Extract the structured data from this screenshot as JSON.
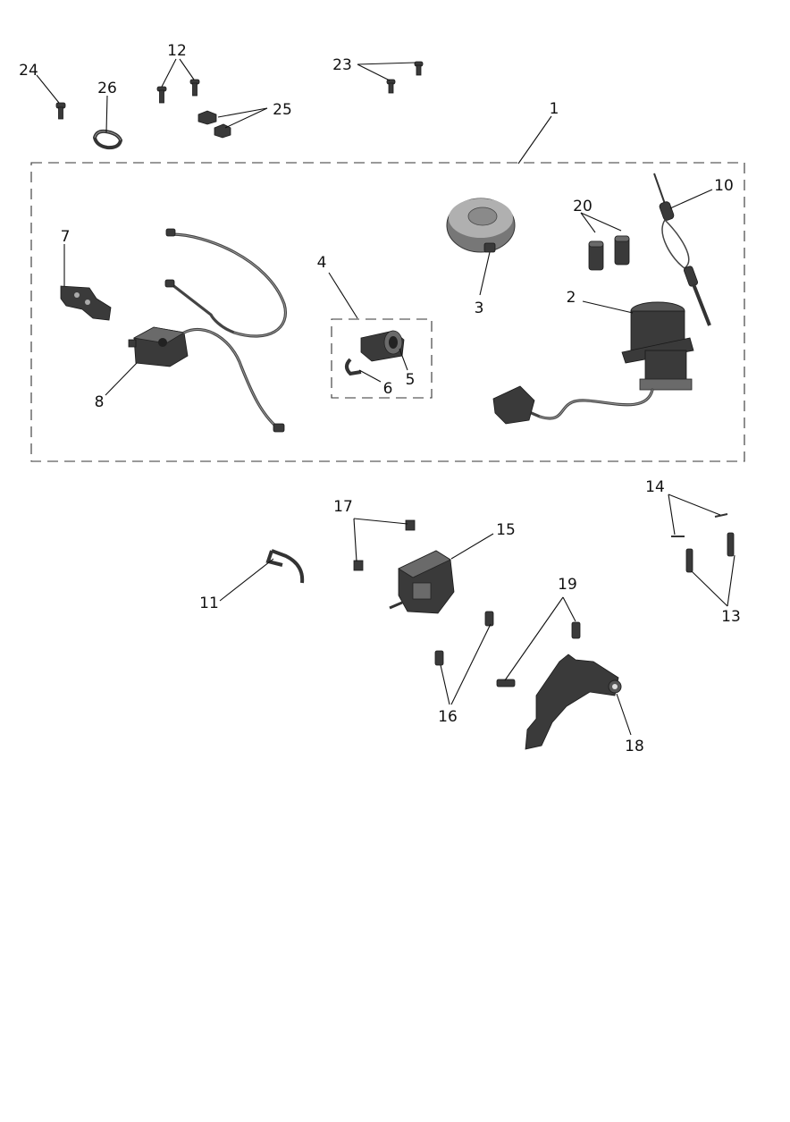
{
  "labels": {
    "l1": "1",
    "l2": "2",
    "l3": "3",
    "l4": "4",
    "l5": "5",
    "l6": "6",
    "l7": "7",
    "l8": "8",
    "l10": "10",
    "l11": "11",
    "l12": "12",
    "l13": "13",
    "l14": "14",
    "l15": "15",
    "l16": "16",
    "l17": "17",
    "l18": "18",
    "l19": "19",
    "l20": "20",
    "l23": "23",
    "l24": "24",
    "l25": "25",
    "l26": "26"
  },
  "colors": {
    "ink": "#111111",
    "part_dark": "#3a3a3a",
    "part_light": "#6a6a6a"
  }
}
